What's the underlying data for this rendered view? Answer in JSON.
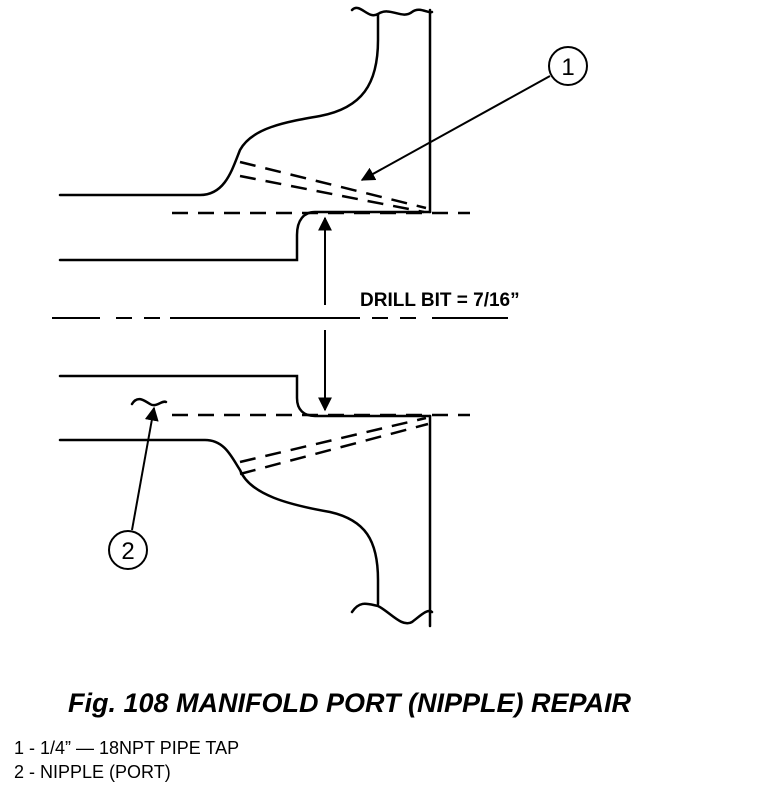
{
  "diagram": {
    "dimension_label": "DRILL BIT = 7/16”",
    "callouts": [
      {
        "number": "1"
      },
      {
        "number": "2"
      }
    ]
  },
  "figure": {
    "caption": "Fig. 108 MANIFOLD PORT (NIPPLE) REPAIR"
  },
  "legend": [
    {
      "text": "1 - 1/4” — 18NPT PIPE TAP"
    },
    {
      "text": "2 - NIPPLE (PORT)"
    }
  ]
}
